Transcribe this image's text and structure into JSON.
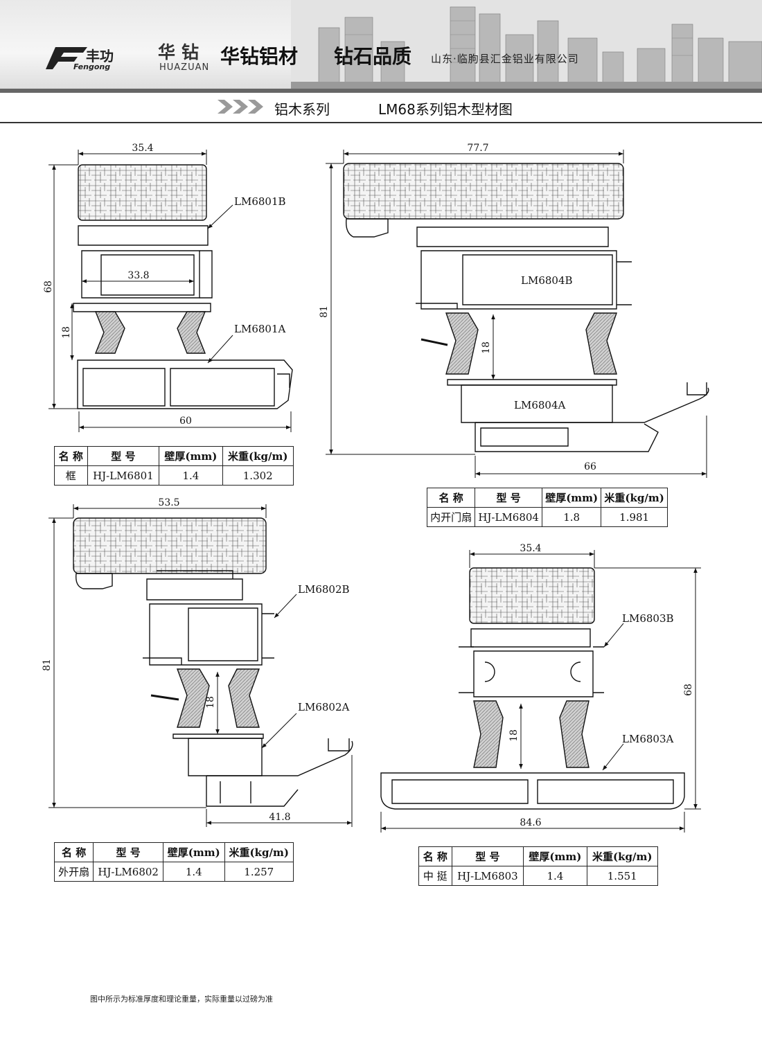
{
  "header": {
    "brand_cn": "华钻",
    "brand_en": "HUAZUAN",
    "slogan_1": "华钻铝材",
    "slogan_2": "钻石品质",
    "company": "山东·临朐县汇金铝业有限公司"
  },
  "title_bar": {
    "series": "铝木系列",
    "title": "LM68系列铝木型材图"
  },
  "profiles": [
    {
      "id": "frame",
      "labels": [
        "LM6801B",
        "LM6801A"
      ],
      "dims": {
        "top": "35.4",
        "inner": "33.8",
        "height": "68",
        "gap": "18",
        "bottom": "60"
      },
      "table": {
        "name": "框",
        "model": "HJ-LM6801",
        "thickness": "1.4",
        "weight": "1.302"
      }
    },
    {
      "id": "inward-door-sash",
      "labels": [
        "LM6804B",
        "LM6804A"
      ],
      "dims": {
        "top": "77.7",
        "height": "81",
        "gap": "18",
        "bottom": "66"
      },
      "table": {
        "name": "内开门扇",
        "model": "HJ-LM6804",
        "thickness": "1.8",
        "weight": "1.981"
      }
    },
    {
      "id": "outward-sash",
      "labels": [
        "LM6802B",
        "LM6802A"
      ],
      "dims": {
        "top": "53.5",
        "height": "81",
        "gap": "18",
        "bottom": "41.8"
      },
      "table": {
        "name": "外开扇",
        "model": "HJ-LM6802",
        "thickness": "1.4",
        "weight": "1.257"
      }
    },
    {
      "id": "mullion",
      "labels": [
        "LM6803B",
        "LM6803A"
      ],
      "dims": {
        "top": "35.4",
        "height": "68",
        "gap": "18",
        "bottom": "84.6"
      },
      "table": {
        "name": "中 挺",
        "model": "HJ-LM6803",
        "thickness": "1.4",
        "weight": "1.551"
      }
    }
  ],
  "table_headers": {
    "name": "名 称",
    "model": "型 号",
    "thickness": "壁厚(mm)",
    "weight": "米重(kg/m)"
  },
  "footnote": "图中所示为标准厚度和理论重量，实际重量以过磅为准",
  "colors": {
    "ink": "#111111",
    "wood_fill": "#f2f2f2",
    "gasket": "#bbbbbb",
    "header_band": "#666666"
  }
}
